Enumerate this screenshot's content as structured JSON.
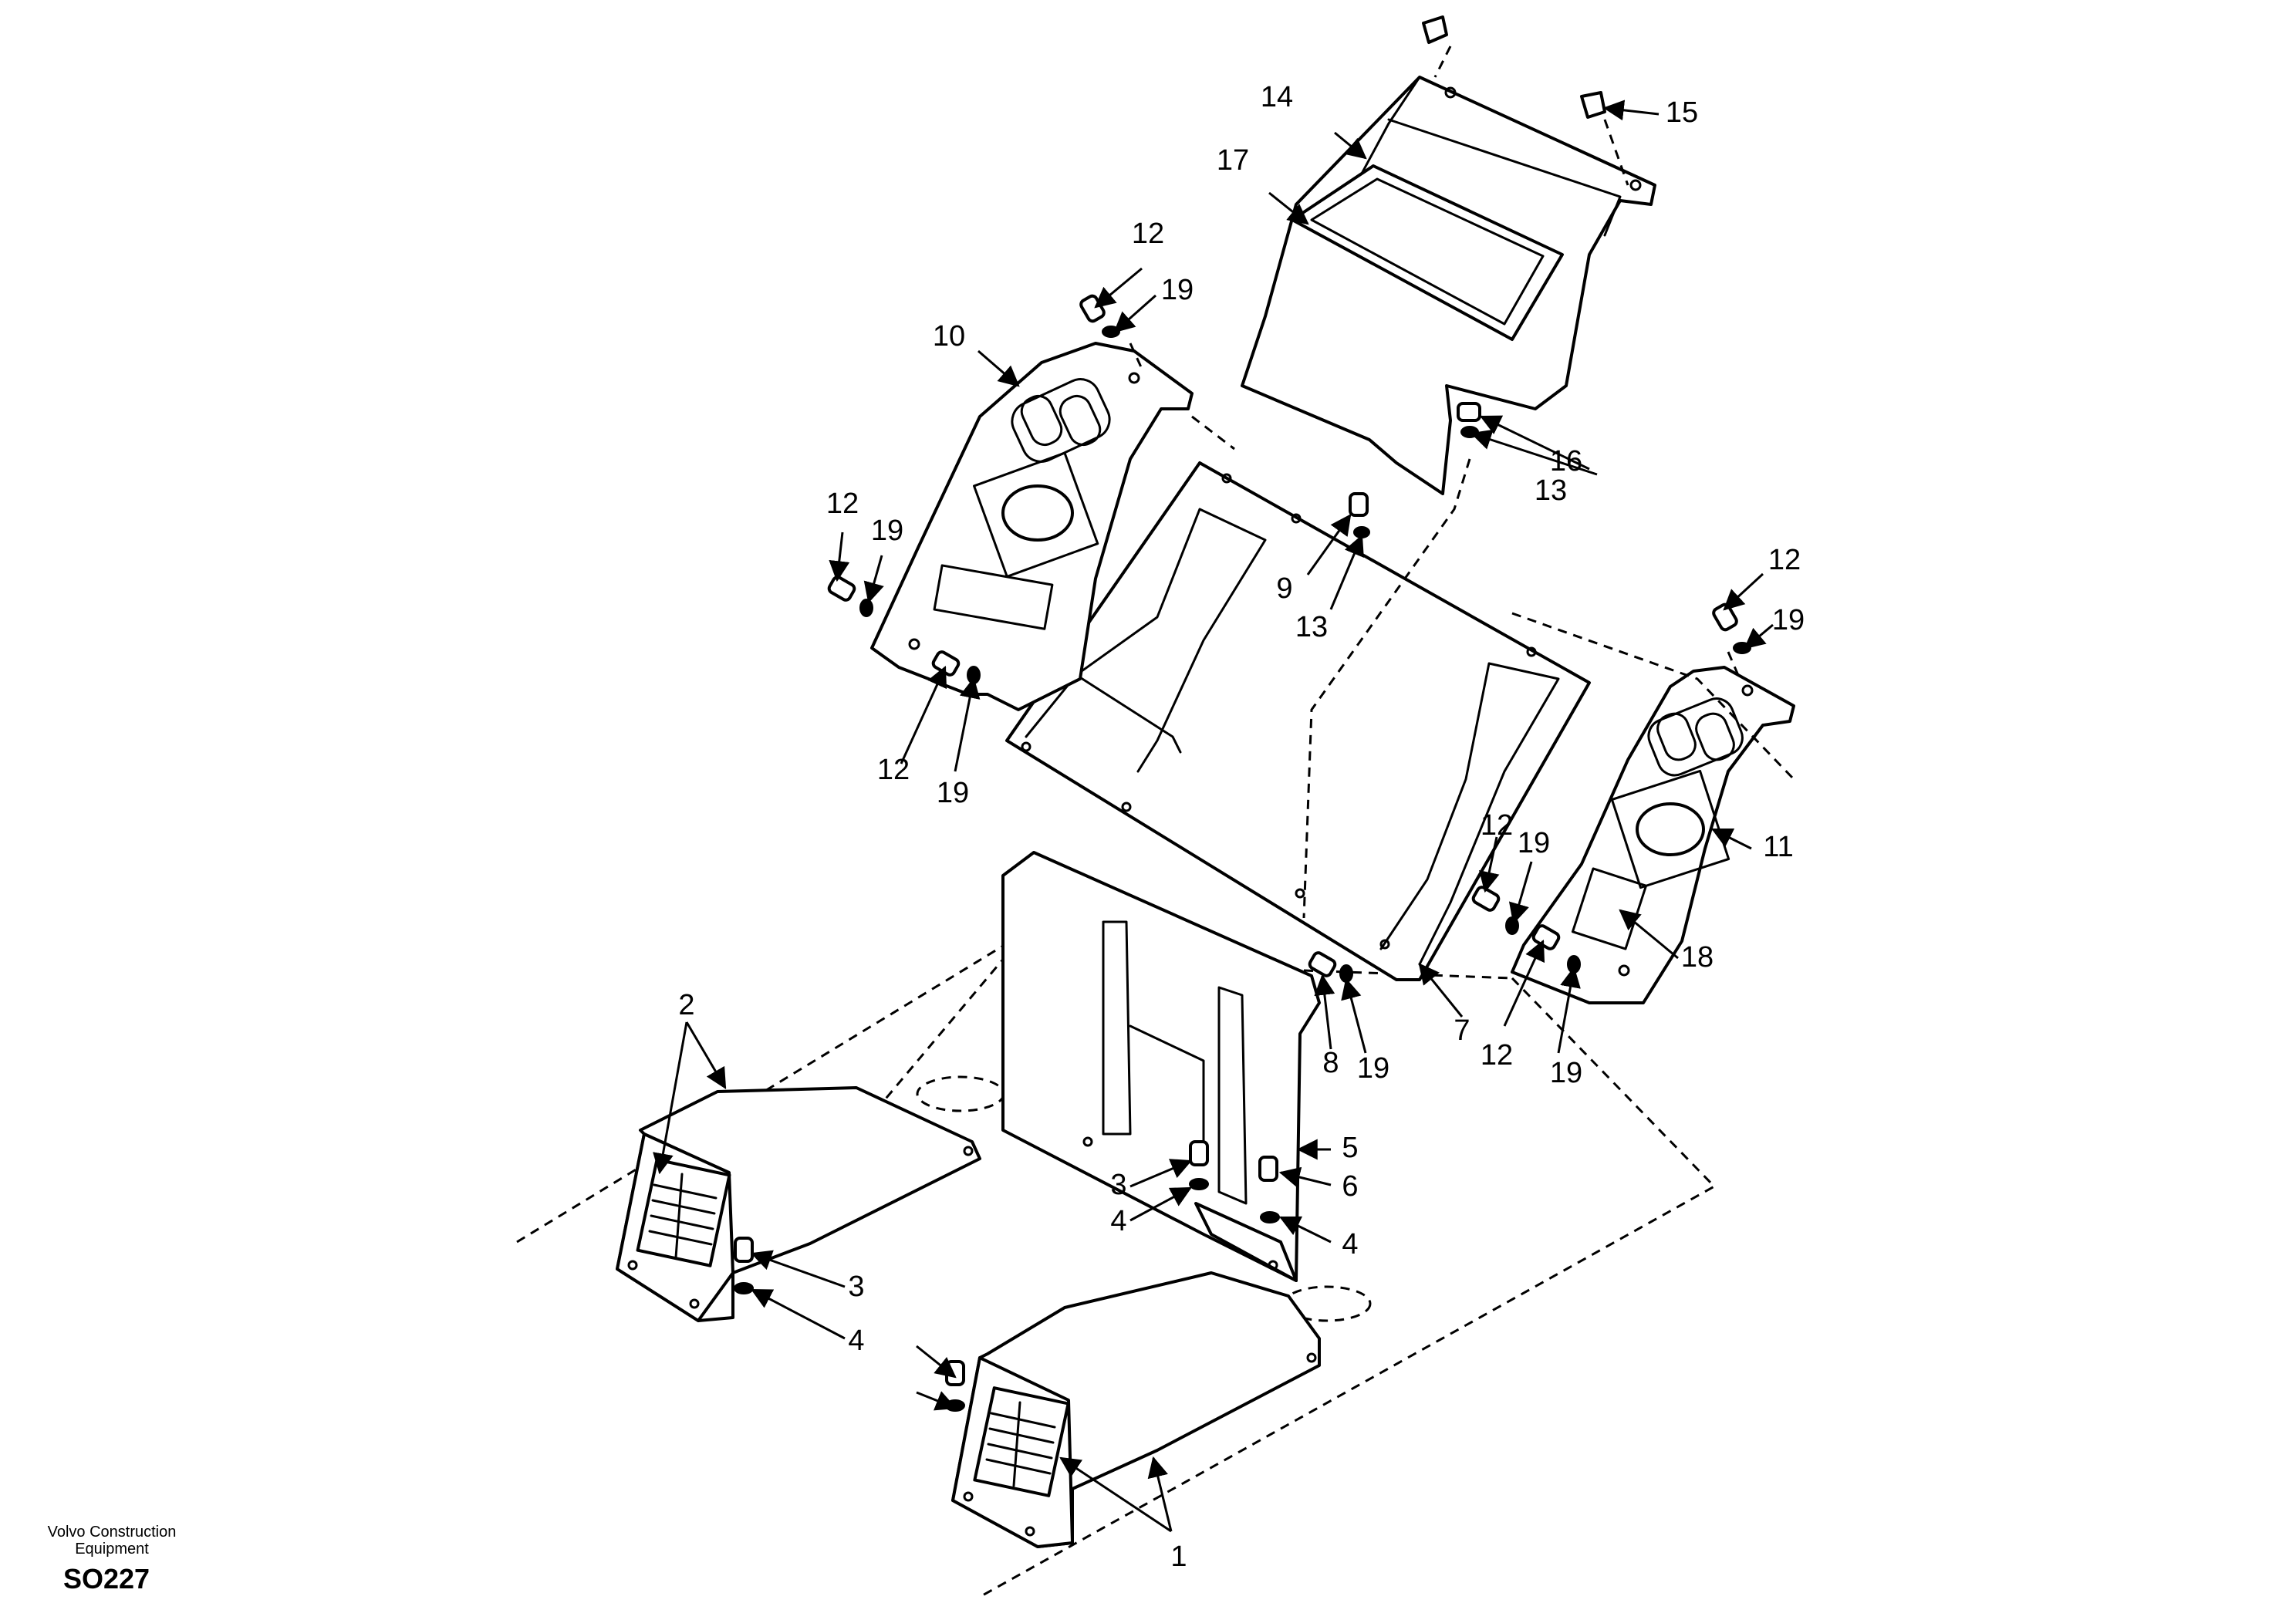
{
  "figure": {
    "code": "SO227",
    "credit_line1": "Volvo Construction",
    "credit_line2": "Equipment"
  },
  "callouts": [
    {
      "id": "c1",
      "text": "1"
    },
    {
      "id": "c2",
      "text": "2"
    },
    {
      "id": "c3a",
      "text": "3"
    },
    {
      "id": "c3b",
      "text": "3"
    },
    {
      "id": "c4a",
      "text": "4"
    },
    {
      "id": "c4b",
      "text": "4"
    },
    {
      "id": "c4c",
      "text": "4"
    },
    {
      "id": "c5",
      "text": "5"
    },
    {
      "id": "c6",
      "text": "6"
    },
    {
      "id": "c7",
      "text": "7"
    },
    {
      "id": "c8",
      "text": "8"
    },
    {
      "id": "c9",
      "text": "9"
    },
    {
      "id": "c10",
      "text": "10"
    },
    {
      "id": "c11",
      "text": "11"
    },
    {
      "id": "c12a",
      "text": "12"
    },
    {
      "id": "c12b",
      "text": "12"
    },
    {
      "id": "c12c",
      "text": "12"
    },
    {
      "id": "c12d",
      "text": "12"
    },
    {
      "id": "c12e",
      "text": "12"
    },
    {
      "id": "c12f",
      "text": "12"
    },
    {
      "id": "c13a",
      "text": "13"
    },
    {
      "id": "c13b",
      "text": "13"
    },
    {
      "id": "c14",
      "text": "14"
    },
    {
      "id": "c15",
      "text": "15"
    },
    {
      "id": "c16",
      "text": "16"
    },
    {
      "id": "c17",
      "text": "17"
    },
    {
      "id": "c18",
      "text": "18"
    },
    {
      "id": "c19a",
      "text": "19"
    },
    {
      "id": "c19b",
      "text": "19"
    },
    {
      "id": "c19c",
      "text": "19"
    },
    {
      "id": "c19d",
      "text": "19"
    },
    {
      "id": "c19e",
      "text": "19"
    },
    {
      "id": "c19f",
      "text": "19"
    },
    {
      "id": "c19g",
      "text": "19"
    }
  ]
}
